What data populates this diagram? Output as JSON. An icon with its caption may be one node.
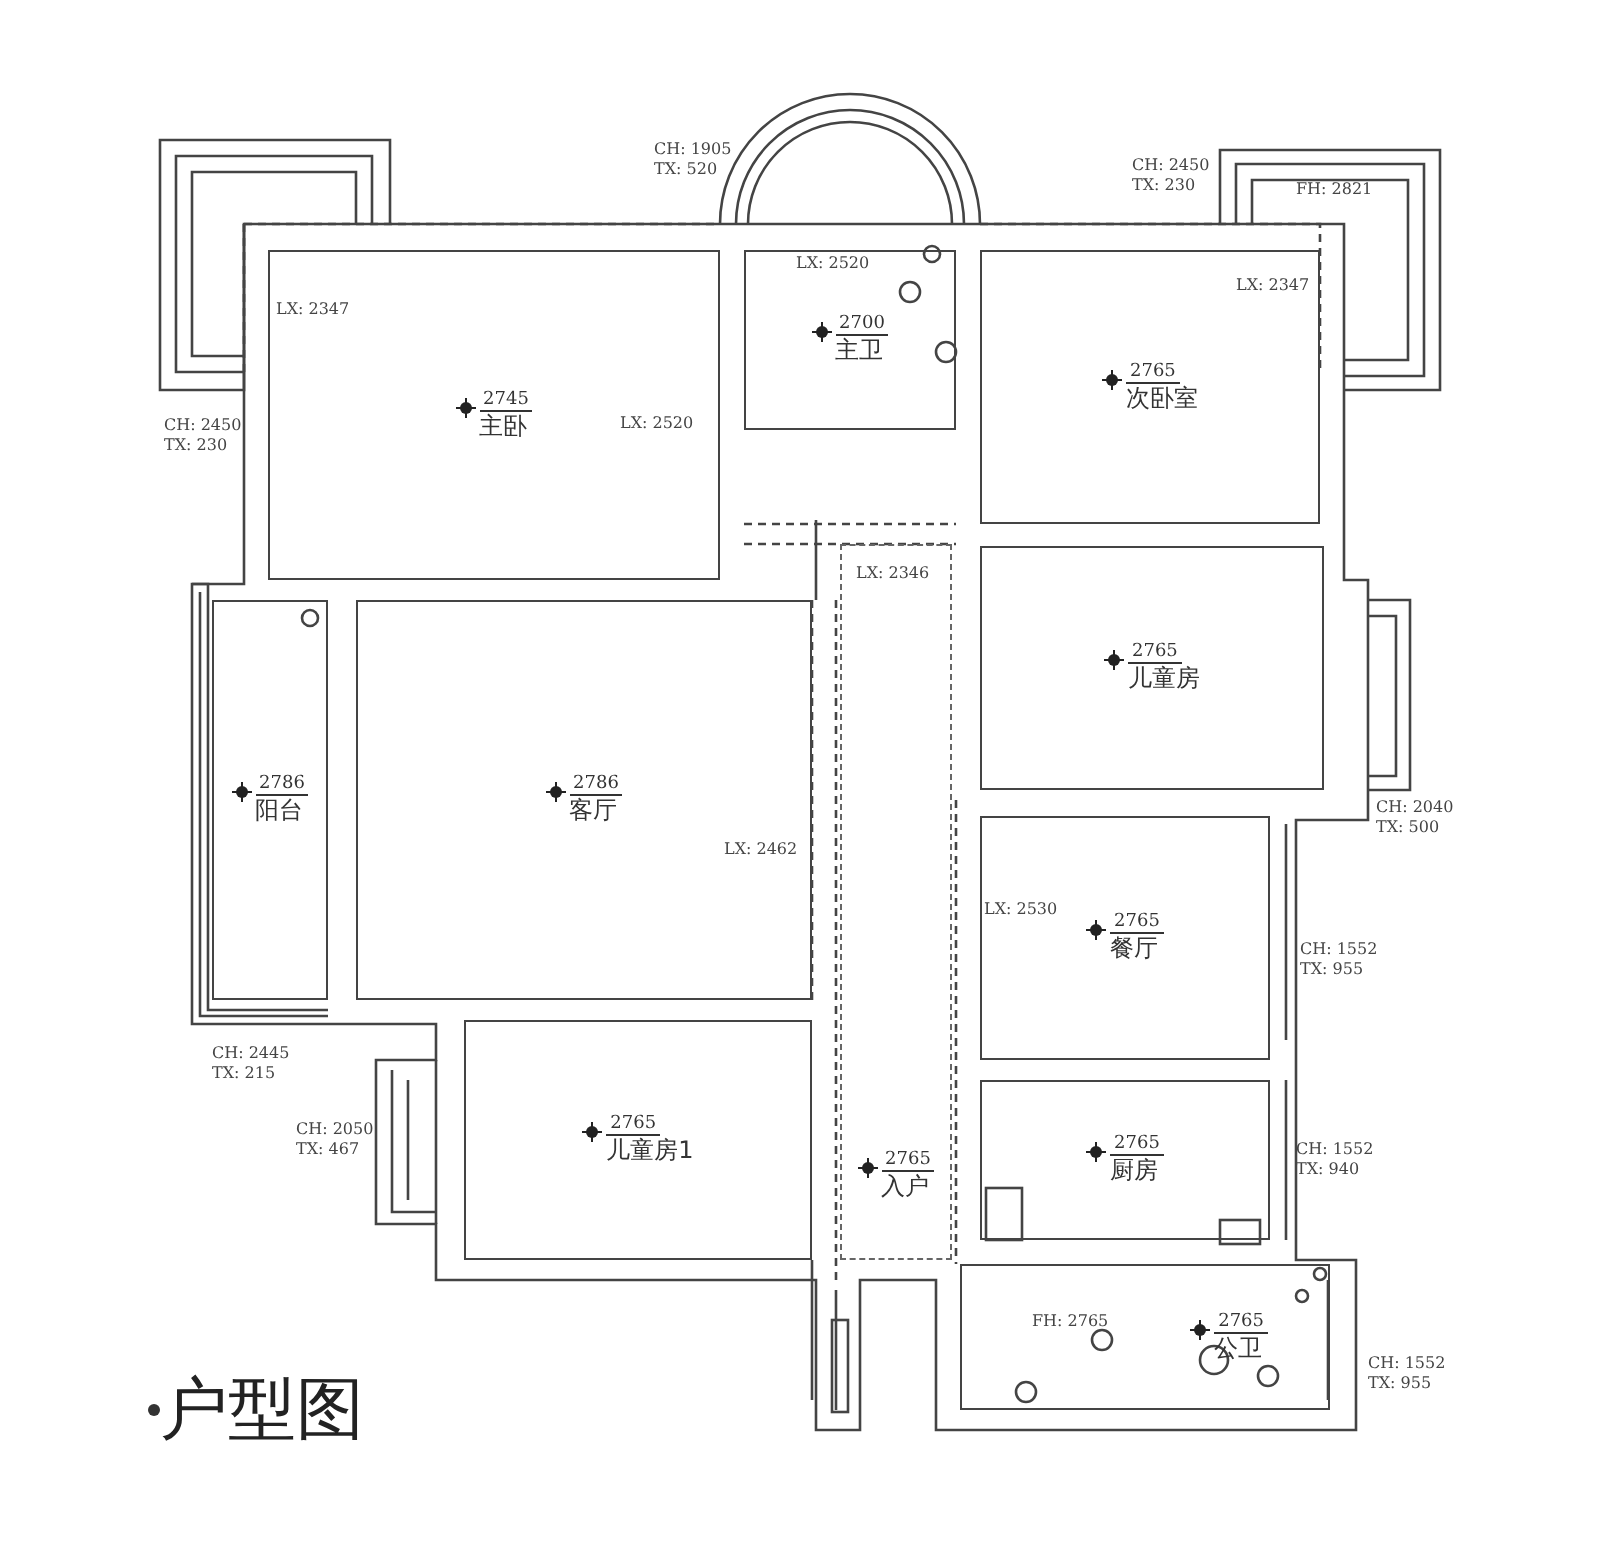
{
  "diagram": {
    "title": "户型图",
    "nodes": [
      {
        "text": [
          "2745",
          "主卧"
        ]
      },
      {
        "text": [
          "2700",
          "主卫"
        ]
      },
      {
        "text": [
          "2765",
          "次卧室"
        ]
      },
      {
        "text": [
          "2765",
          "儿童房"
        ]
      },
      {
        "text": [
          "2786",
          "阳台"
        ]
      },
      {
        "text": [
          "2786",
          "客厅"
        ]
      },
      {
        "text": [
          "2765",
          "入户"
        ]
      },
      {
        "text": [
          "2765",
          "餐厅"
        ]
      },
      {
        "text": [
          "2765",
          "厨房"
        ]
      },
      {
        "text": [
          "2765",
          "儿童房1"
        ]
      },
      {
        "text": [
          "2765",
          "公卫"
        ]
      }
    ],
    "labels": [
      "CH: 1905 TX: 520",
      "CH: 2450 TX: 230",
      "FH: 2821",
      "LX: 2520",
      "LX: 2347",
      "LX: 2347",
      "CH: 2450 TX: 230",
      "LX: 2520",
      "LX: 2346",
      "CH: 2040 TX: 500",
      "LX: 2462",
      "LX: 2530",
      "CH: 1552 TX: 955",
      "CH: 2445 TX: 215",
      "CH: 2050 TX: 467",
      "CH: 1552 TX: 940",
      "FH: 2765",
      "CH: 1552 TX: 955"
    ]
  }
}
